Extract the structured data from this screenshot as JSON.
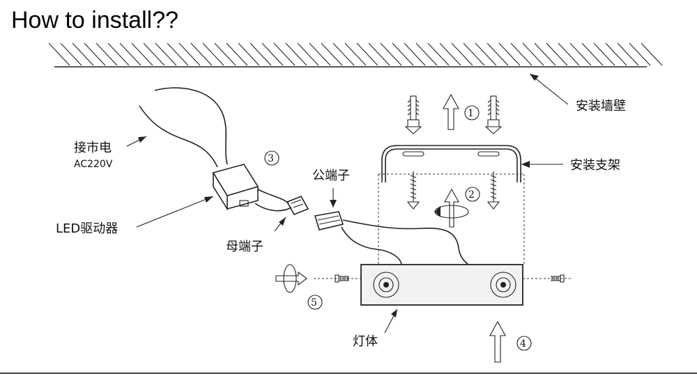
{
  "title": "How to install??",
  "labels": {
    "wall": "安装墙壁",
    "bracket": "安装支架",
    "mains": "接市电",
    "voltage": "AC220V",
    "driver": "LED驱动器",
    "male_terminal": "公端子",
    "female_terminal": "母端子",
    "lamp_body": "灯体"
  },
  "steps": [
    "①",
    "②",
    "③",
    "④",
    "⑤"
  ],
  "icons": [
    "rotate-arrow-icon",
    "up-arrow-icon",
    "wall-anchor-icon",
    "screw-icon"
  ]
}
